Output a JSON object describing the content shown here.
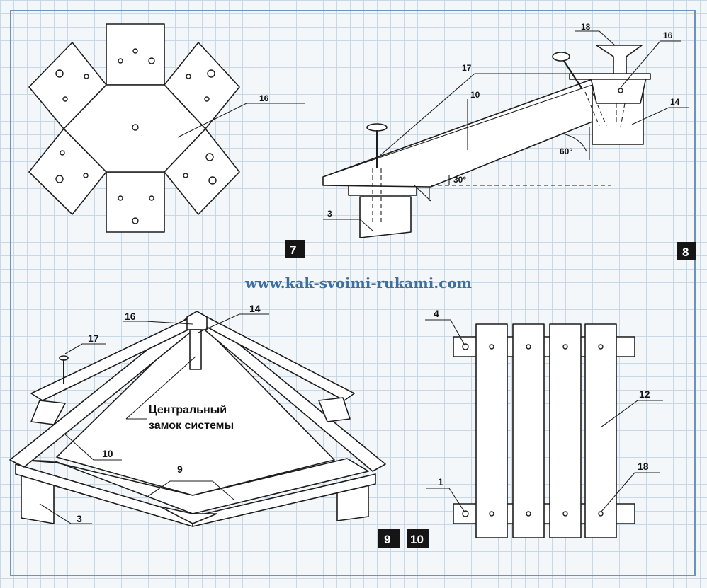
{
  "website": "www.kak-svoimi-rukami.com",
  "colors": {
    "grid": "#c9d8e6",
    "frame": "#6c93bd",
    "url": "#3f6f9f",
    "ink": "#1d1d1d"
  },
  "figures": {
    "fig7": {
      "number": "7",
      "labels": {
        "part": "16"
      }
    },
    "fig8": {
      "number": "8",
      "labels": {
        "bolt": "18",
        "cap": "16",
        "nail": "17",
        "rafter": "10",
        "post_top": "14",
        "post": "3"
      },
      "angles": {
        "slope": "30°",
        "cut": "60°"
      }
    },
    "fig9": {
      "number": "9",
      "labels": {
        "cap": "16",
        "post_top": "14",
        "nail": "17",
        "rafter": "10",
        "frame": "9",
        "post": "3"
      },
      "caption_line1": "Центральный",
      "caption_line2": "замок системы"
    },
    "fig10": {
      "number": "10",
      "labels": {
        "batten": "4",
        "board": "12",
        "bottom_batten": "1",
        "screw": "18"
      }
    }
  }
}
